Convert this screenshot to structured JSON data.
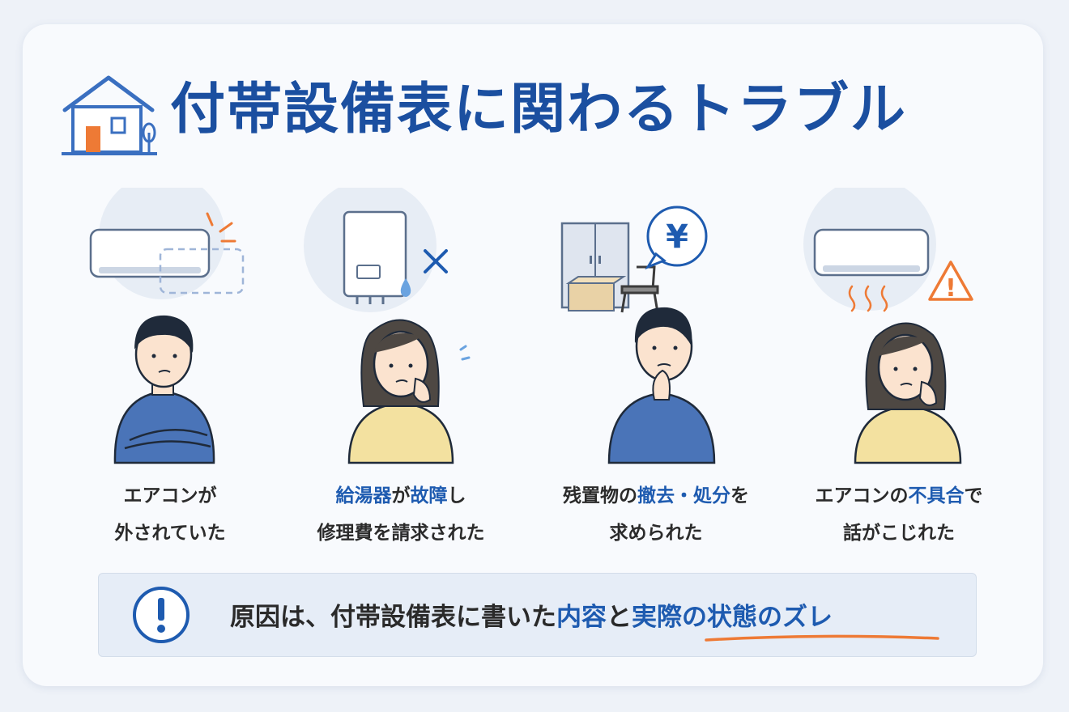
{
  "title": "付帯設備表に関わるトラブル",
  "captions": [
    {
      "line1": "エアコンが",
      "line2": "外されていた"
    },
    {
      "line1_hl1": "給湯器",
      "line1_mid": "が",
      "line1_hl2": "故障",
      "line1_end": "し",
      "line2": "修理費を請求された"
    },
    {
      "line1_pre": "残置物の",
      "line1_hl": "撤去・処分",
      "line1_end": "を",
      "line2": "求められた"
    },
    {
      "line1_pre": "エアコンの",
      "line1_hl": "不具合",
      "line1_end": "で",
      "line2": "話がこじれた"
    }
  ],
  "note": {
    "pre": "原因は、付帯設備表に書いた",
    "hl1": "内容",
    "mid": "と",
    "hl2": "実際の状態のズレ"
  },
  "yen_symbol": "¥",
  "warning_symbol": "!",
  "colors": {
    "title": "#1b4fa0",
    "accent": "#1e5bb0",
    "orange": "#e8742a",
    "shirt_blue": "#4a74b8",
    "shirt_yellow": "#f3e1a0"
  }
}
